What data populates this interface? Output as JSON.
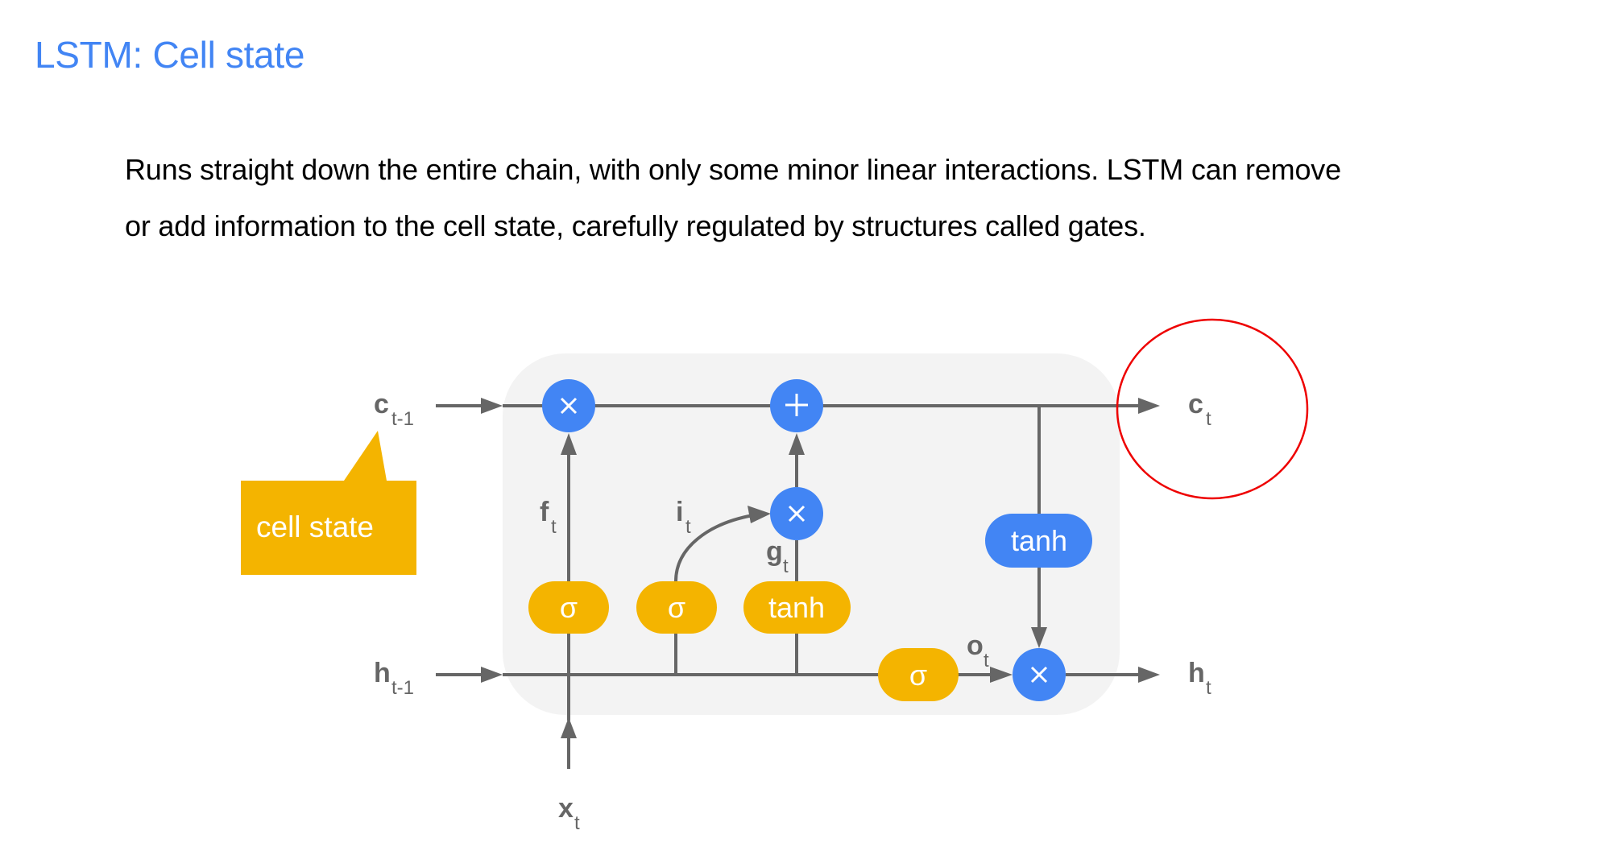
{
  "slide": {
    "title": "LSTM: Cell state",
    "paragraph_lines": [
      "Runs straight down the entire chain, with only some minor linear interactions. LSTM can remove",
      "or add information to the cell state, carefully regulated by structures called gates."
    ]
  },
  "colors": {
    "title": "#4285F4",
    "gate_yellow": "#F4B400",
    "op_blue": "#4285F4",
    "wire_gray": "#666666",
    "cell_background": "#F3F3F3",
    "highlight_red": "#EE0000"
  },
  "diagram": {
    "inputs": {
      "c_prev": {
        "main": "c",
        "sub": "t-1"
      },
      "h_prev": {
        "main": "h",
        "sub": "t-1"
      },
      "x": {
        "main": "x",
        "sub": "t"
      }
    },
    "outputs": {
      "c": {
        "main": "c",
        "sub": "t"
      },
      "h": {
        "main": "h",
        "sub": "t"
      }
    },
    "gate_labels": {
      "forget": {
        "main": "f",
        "sub": "t"
      },
      "input": {
        "main": "i",
        "sub": "t"
      },
      "candidate": {
        "main": "g",
        "sub": "t"
      },
      "output": {
        "main": "o",
        "sub": "t"
      }
    },
    "activations": {
      "forget_sigma": "σ",
      "input_sigma": "σ",
      "candidate_tanh": "tanh",
      "output_sigma": "σ",
      "cell_tanh": "tanh"
    },
    "operators": {
      "forget_multiply": "×",
      "cell_add": "+",
      "input_multiply": "×",
      "output_multiply": "×"
    },
    "callout": "cell state",
    "highlighted_output": "c_t"
  }
}
